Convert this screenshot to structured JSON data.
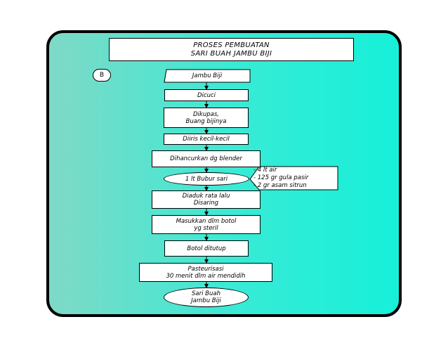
{
  "title": {
    "line1": "PROSES PEMBUATAN",
    "line2": "SARI BUAH JAMBU BIJI"
  },
  "label": "B",
  "steps": {
    "start": "Jambu Biji",
    "wash": "Dicuci",
    "peel": "Dikupas,\nBuang bijinya",
    "slice": "Diiris kecil-kecil",
    "blend": "Dihancurkan dg blender",
    "pulp": "1 lt Bubur sari",
    "stir": "Diaduk rata lalu\nDisaring",
    "bottle": "Masukkan dlm botol\nyg steril",
    "close": "Botol ditutup",
    "pasteurize": "Pasteurisasi\n30 menit dlm air mendidih",
    "end": "Sari Buah\nJambu Biji"
  },
  "ingredients": [
    "- 4 lt air",
    "- 125 gr gula pasir",
    "- 2 gr asam sitrun"
  ],
  "colors": {
    "panel_left": "#7fd9c6",
    "panel_right": "#16f0d9",
    "border": "#000000",
    "box_fill": "#ffffff"
  }
}
